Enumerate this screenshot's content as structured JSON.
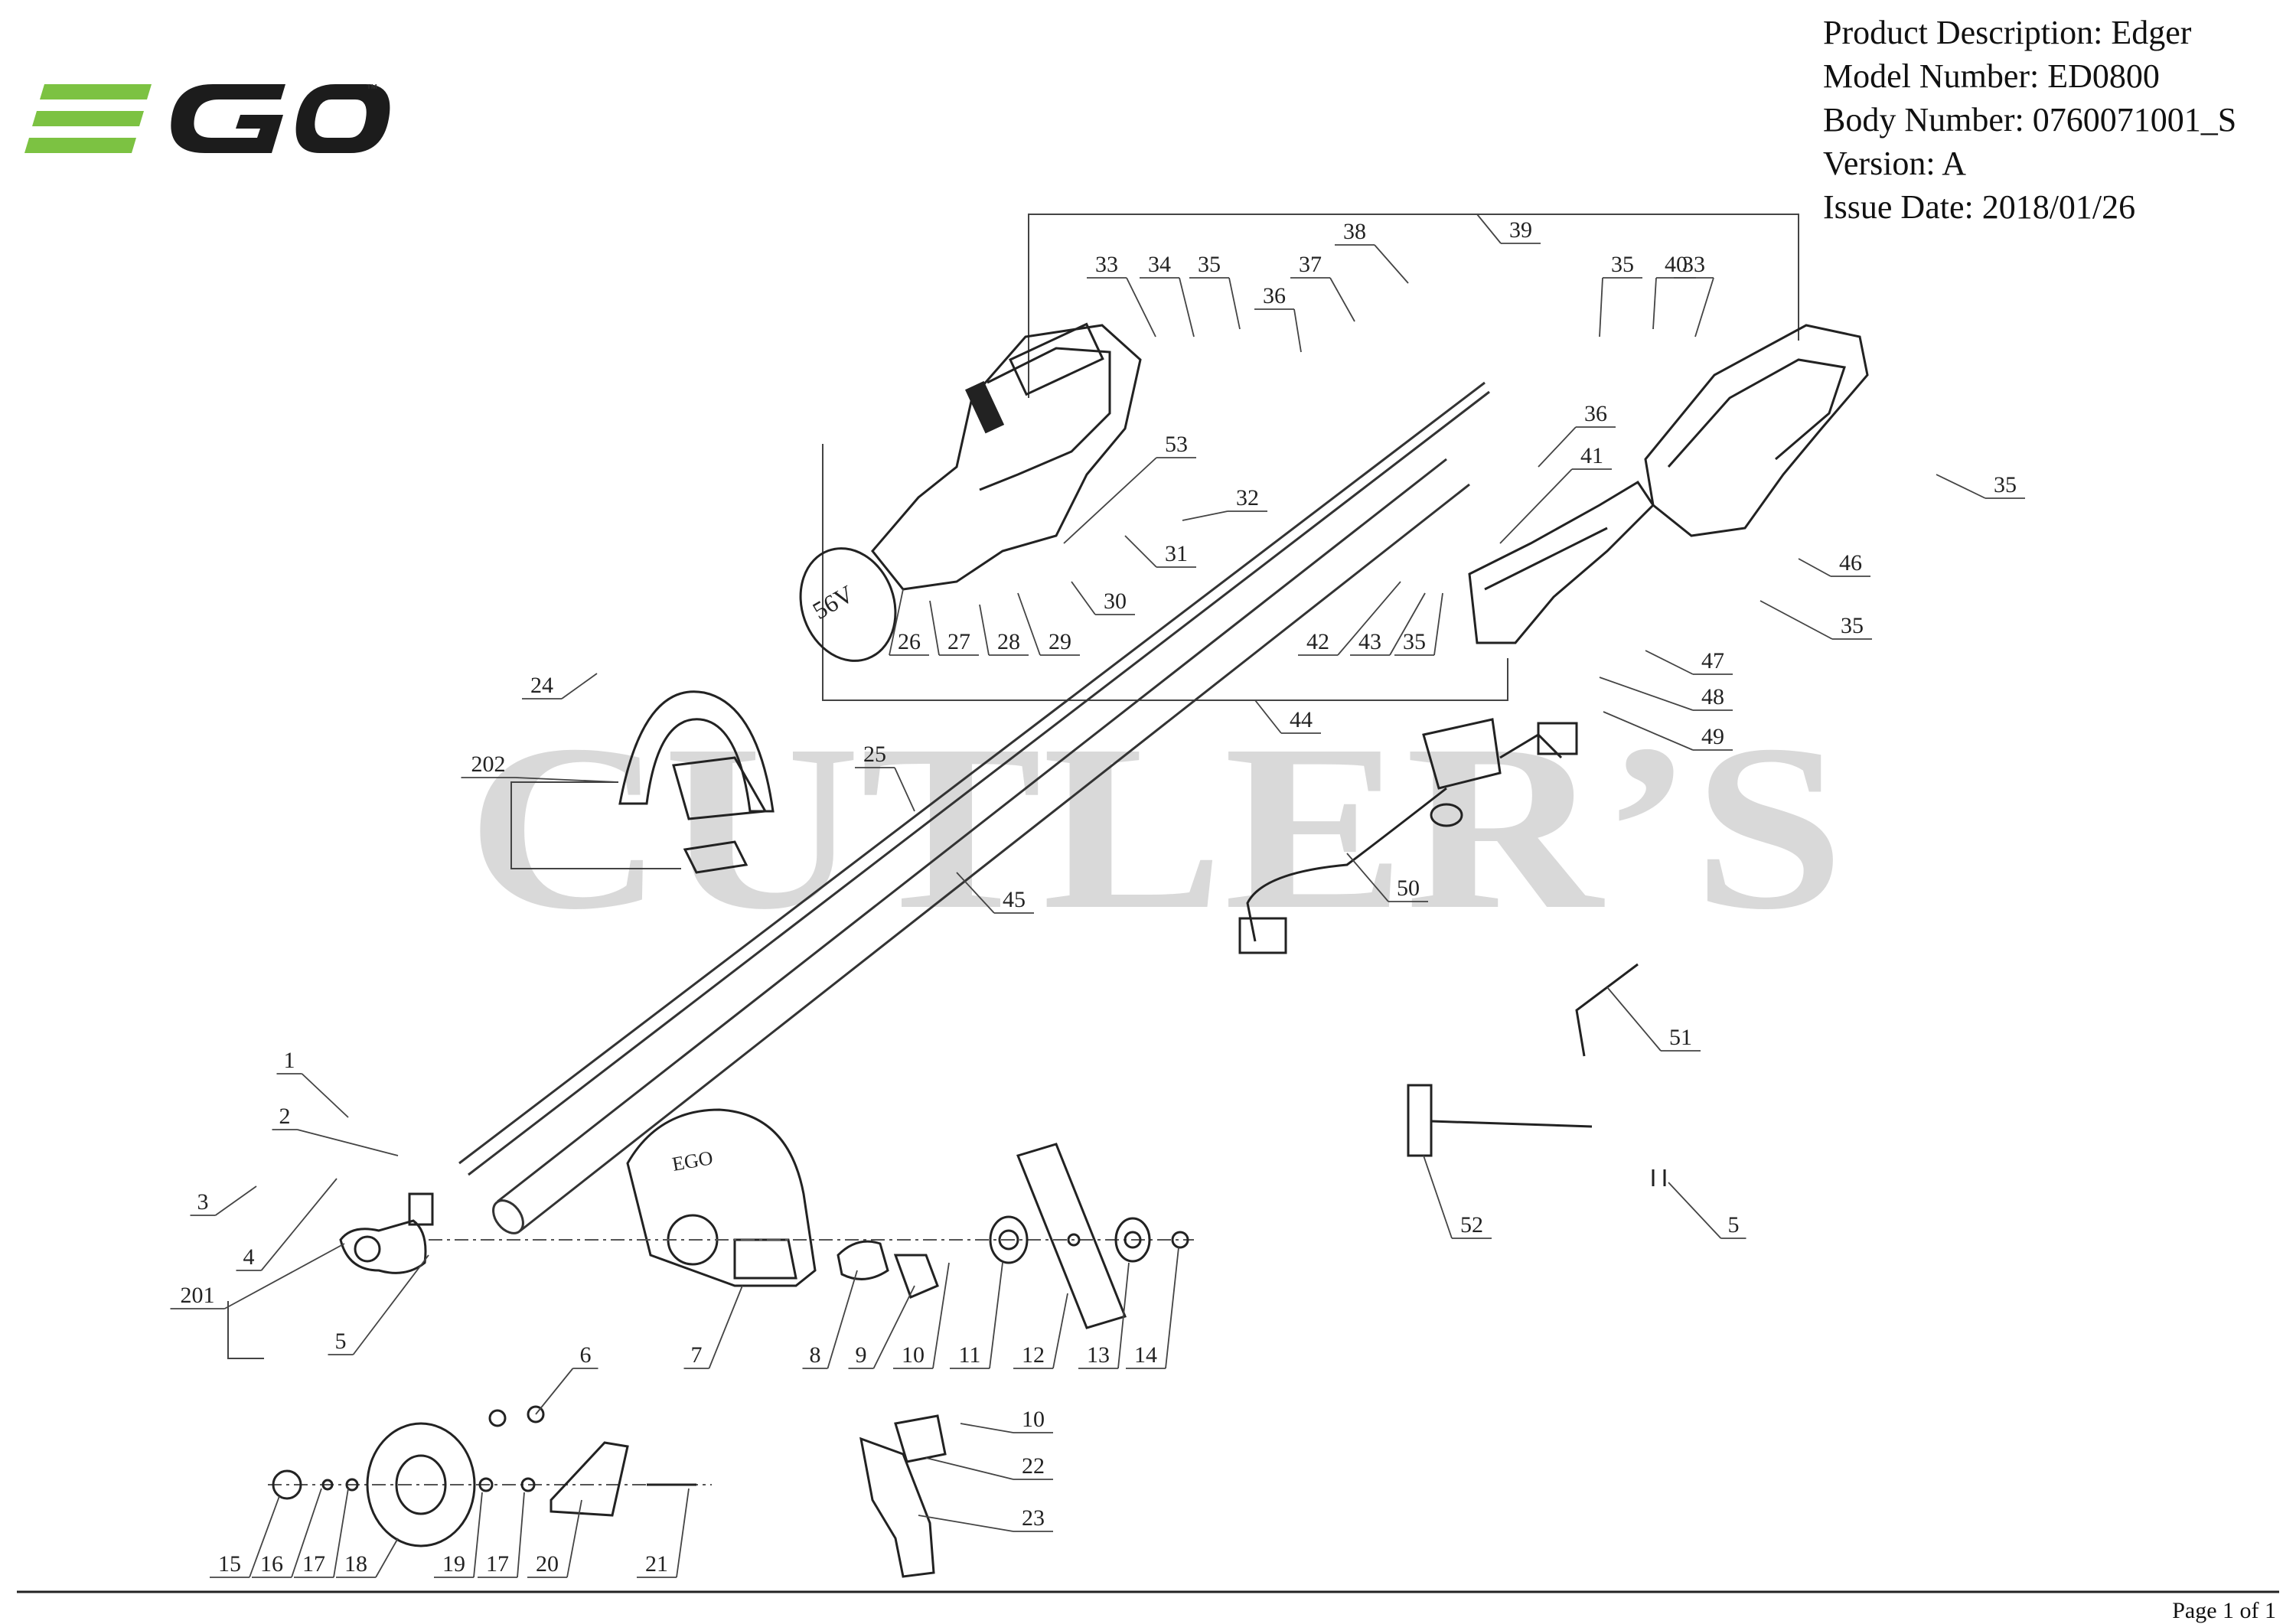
{
  "brand": {
    "logo_text": "EGO",
    "logo_color": "#7cc242",
    "logo_dark": "#1c1c1c",
    "trademark": "™"
  },
  "header": {
    "product_description": "Product Description: Edger",
    "model_number": "Model Number: ED0800",
    "body_number": "Body Number: 0760071001_S",
    "version": "Version: A",
    "issue_date": "Issue Date: 2018/01/26"
  },
  "watermark": {
    "text": "CUTLER’S",
    "color": "#d9d9d9"
  },
  "parts": {
    "callouts": [
      "1",
      "2",
      "3",
      "4",
      "5",
      "6",
      "7",
      "8",
      "9",
      "10",
      "11",
      "12",
      "13",
      "14",
      "15",
      "16",
      "17",
      "18",
      "19",
      "20",
      "21",
      "22",
      "23",
      "24",
      "25",
      "26",
      "27",
      "28",
      "29",
      "30",
      "31",
      "32",
      "33",
      "34",
      "35",
      "36",
      "37",
      "38",
      "39",
      "40",
      "41",
      "42",
      "43",
      "44",
      "45",
      "46",
      "47",
      "48",
      "49",
      "50",
      "51",
      "52",
      "53",
      "201",
      "202"
    ]
  },
  "footer": {
    "page": "Page 1 of 1"
  }
}
